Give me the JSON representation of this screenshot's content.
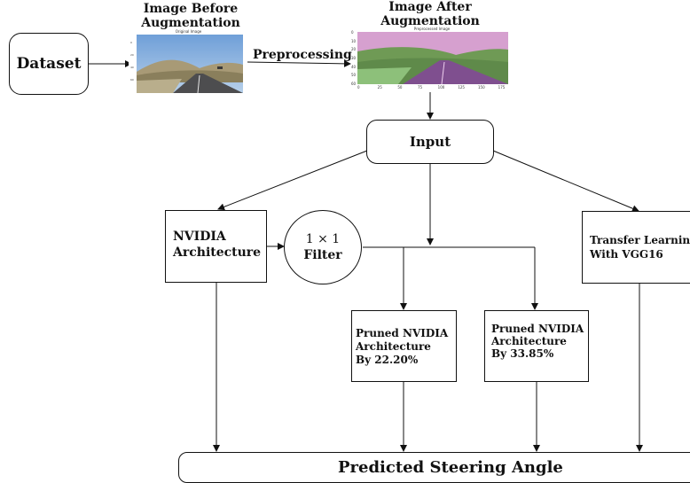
{
  "nodes": {
    "dataset": "Dataset",
    "input": "Input",
    "nvidia_line1": "NVIDIA",
    "nvidia_line2": "Architecture",
    "filter_line1": "1 × 1",
    "filter_line2": "Filter",
    "transfer_line1": "Transfer Learning",
    "transfer_line2": "With VGG16",
    "pruned1_line1": "Pruned NVIDIA",
    "pruned1_line2": "Architecture",
    "pruned1_line3": "By 22.20%",
    "pruned2_line1": "Pruned NVIDIA",
    "pruned2_line2": "Architecture",
    "pruned2_line3": "By 33.85%",
    "output": "Predicted Steering Angle"
  },
  "labels": {
    "before_line1": "Image Before",
    "before_line2": "Augmentation",
    "after_line1": "Image After",
    "after_line2": "Augmentation",
    "preprocessing": "Preprocessing"
  },
  "thumbnails": {
    "before_title": "Original Image",
    "after_title": "Preprocessed Image",
    "after_x_ticks": [
      "0",
      "25",
      "50",
      "75",
      "100",
      "125",
      "150",
      "175"
    ],
    "after_y_ticks": [
      "0",
      "10",
      "20",
      "30",
      "40",
      "50",
      "60"
    ]
  }
}
